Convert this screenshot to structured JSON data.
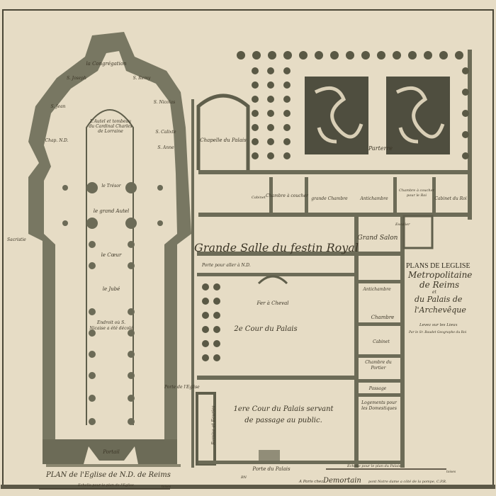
{
  "title": {
    "line1": "PLANS DE LEGLISE",
    "line2": "Metropolitaine",
    "line3": "de Reims",
    "line4": "et",
    "line5": "du Palais de",
    "line6": "l'Archevêque",
    "line7": "Levez sur les Lieux",
    "line8": "Par le Sr. Baudet Geographe du Roi"
  },
  "church": {
    "plan_title": "PLAN de l'Eglise de N.D. de Reims",
    "scale": "Echelle pour le plan de l'Eglise",
    "scale_unit": "toises",
    "labels": {
      "congregation": "la Congrégation",
      "chapel_left": "S. Joseph",
      "chapel_right": "S. Remy",
      "jean": "S. Jean",
      "nicolas": "S. Nicolas",
      "tombeau": "L'Autel et tombeau du Cardinal Charles de Lorraine",
      "chap_nd": "Chap. N.D.",
      "calixte": "S. Calixte",
      "autre": "S. Anne",
      "tresor": "le Trésor",
      "grand_autel": "le grand Autel",
      "choeur": "le Cœur",
      "jube": "le Jubé",
      "endroit": "Endroit où S. Nicaise a été décolé",
      "sacristie": "Sacristie",
      "portail": "Portail"
    }
  },
  "palace": {
    "scale": "Echelle pour le plan du Palais",
    "scale_unit": "toises",
    "labels": {
      "chapelle": "Chapelle du Palais",
      "parterre": "Parterre",
      "cabinet1": "Cabinet",
      "chambre_coucher": "Chambre à coucher",
      "grande_chambre": "grande Chambre",
      "antichambre1": "Antichambre",
      "chambre_roi": "Chambre à coucher pour le Roi",
      "cabinet_roi": "Cabinet du Roi",
      "escalier": "Escalier",
      "grande_salle": "Grande Salle du festin Royal",
      "grand_salon": "Grand Salon",
      "porte_nd": "Porte pour aller à N.D.",
      "fer_cheval": "Fer à Cheval",
      "cour2": "2e Cour du Palais",
      "antichambre2": "Antichambre",
      "chambre": "Chambre",
      "cabinet2": "Cabinet",
      "chambre_portier": "Chambre du Portier",
      "passage": "Passage",
      "logements": "Logements pour les Domestiques",
      "porte_eglise": "Porte de l'Eglise",
      "remise": "Remise et Ecuries",
      "cour1_a": "1ere Cour du Palais servant",
      "cour1_b": "de passage au public.",
      "porte_palais": "Porte du Palais"
    }
  },
  "imprint": {
    "prefix": "A Paris chez",
    "publisher": "Demortain",
    "suffix": "pont Notre dame a côté de la pompe, C.P.R."
  },
  "stamp": "BN",
  "colors": {
    "paper": "#e6dcc5",
    "walls": "#6c6b57",
    "ink": "#3b3526"
  }
}
